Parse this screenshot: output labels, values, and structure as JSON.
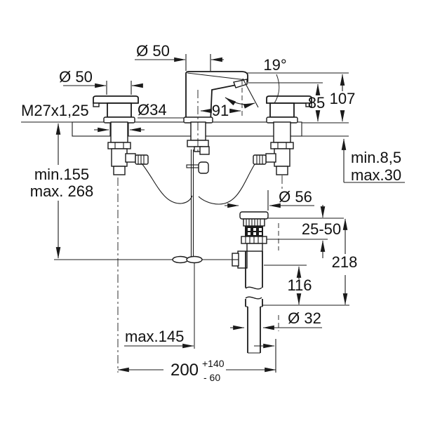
{
  "labels": {
    "dia50_left": "Ø 50",
    "dia50_spout": "Ø 50",
    "angle": "19°",
    "h107": "107",
    "h85": "85",
    "m27": "M27x1,25",
    "dia34": "Ø34",
    "w91": "91",
    "min155": "min.155",
    "max268": "max. 268",
    "min85": "min.8,5",
    "max30": "max.30",
    "dia56": "Ø 56",
    "clamp": "25-50",
    "h218": "218",
    "h116": "116",
    "dia32": "Ø 32",
    "max145": "max.145",
    "w200": "200",
    "tol_plus": "+140",
    "tol_minus": "- 60"
  },
  "colors": {
    "line": "#1a1a1a",
    "text": "#111111",
    "background": "#ffffff"
  }
}
